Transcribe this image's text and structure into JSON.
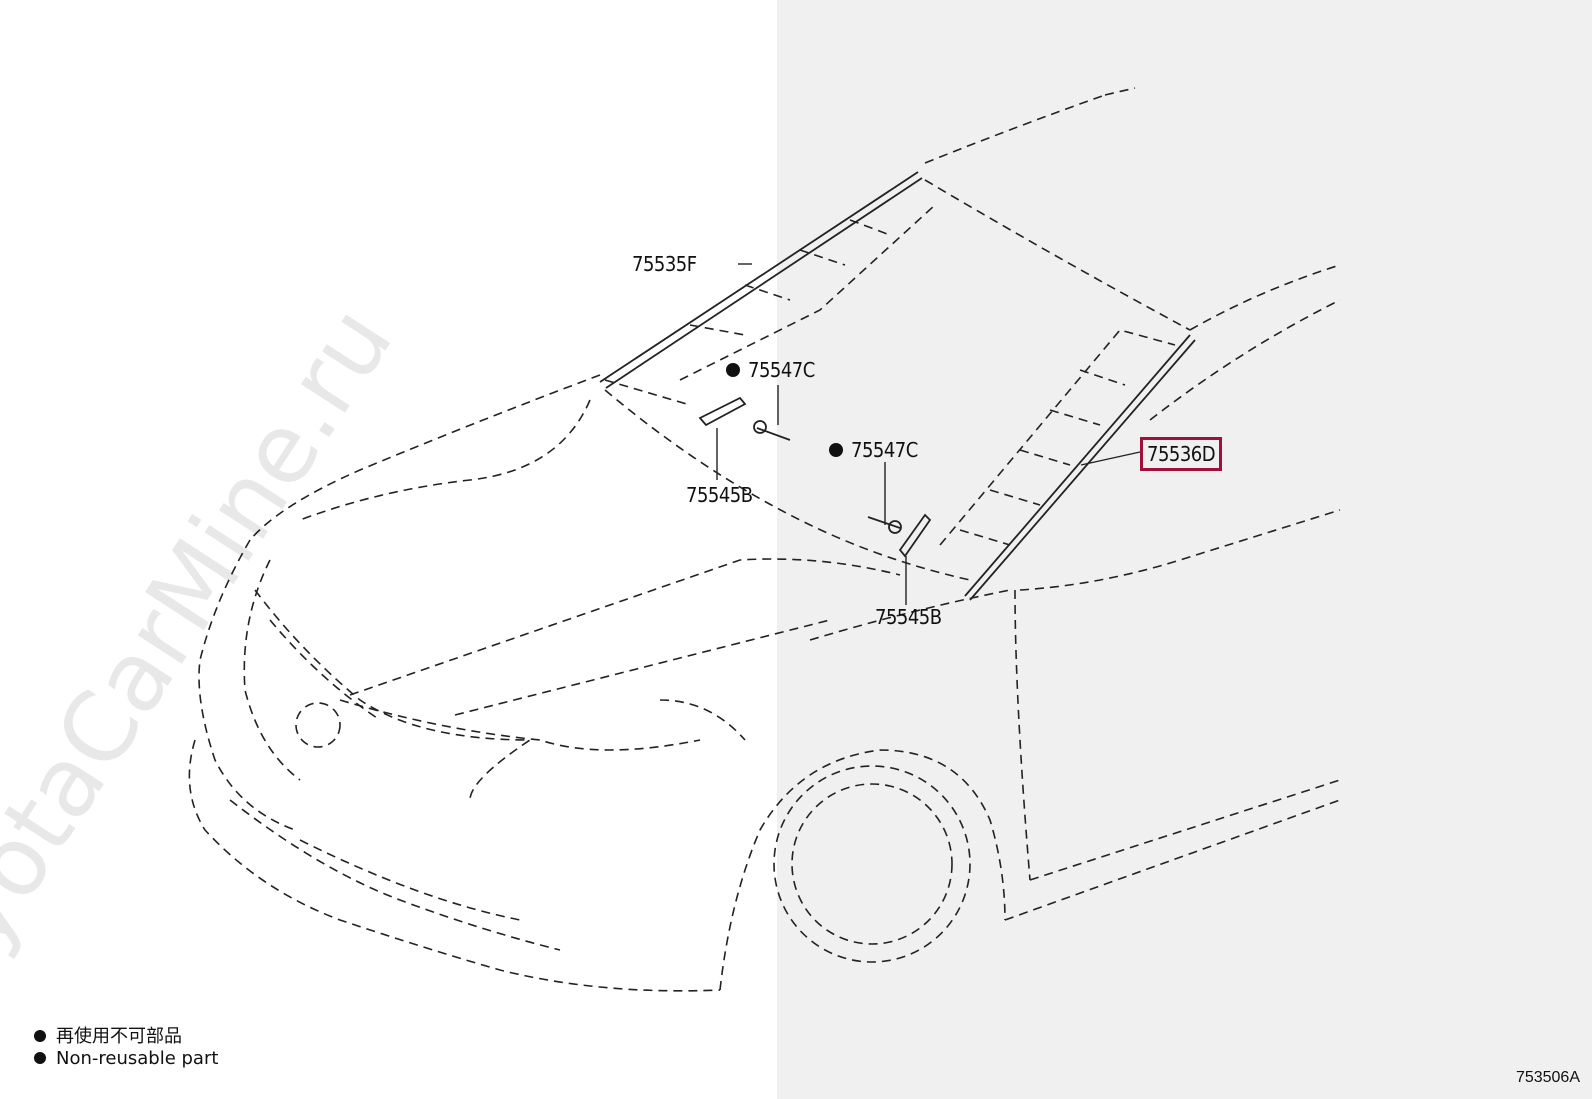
{
  "watermark": "ToyotaCarMine.ru",
  "callouts": {
    "c1": "75535F",
    "c2": "75547C",
    "c3": "75545B",
    "c4": "75547C",
    "c5": "75545B",
    "c6": "75536D"
  },
  "legend": {
    "jp": "再使用不可部品",
    "en": "Non-reusable part"
  },
  "doc_id": "753506A",
  "colors": {
    "highlight": "#a0103a",
    "right_panel": "#f0f0f0"
  }
}
